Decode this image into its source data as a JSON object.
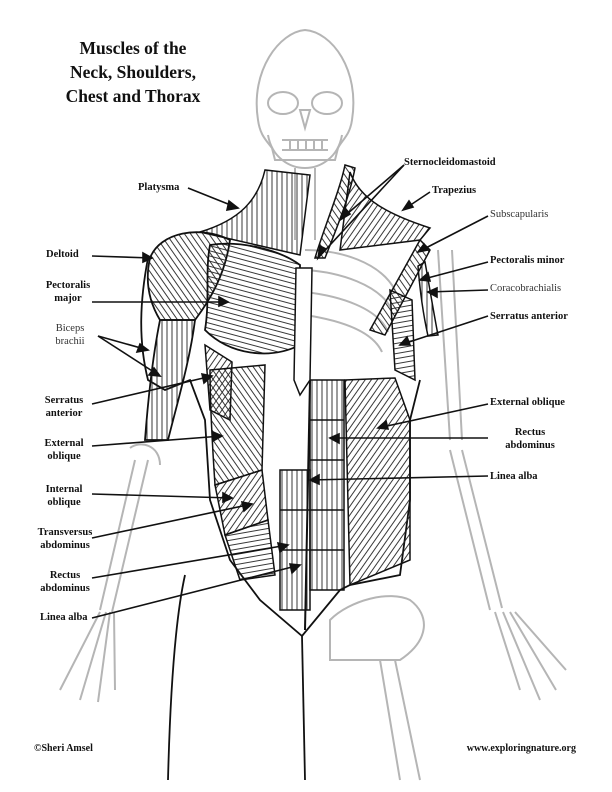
{
  "title": {
    "line1": "Muscles of the",
    "line2": "Neck, Shoulders,",
    "line3": "Chest and Thorax"
  },
  "labels": {
    "platysma": "Platysma",
    "sternocleidomastoid": "Sternocleidomastoid",
    "trapezius": "Trapezius",
    "subscapularis": "Subscapularis",
    "deltoid": "Deltoid",
    "pectoralis_major_1": "Pectoralis",
    "pectoralis_major_2": "major",
    "pectoralis_minor": "Pectoralis minor",
    "coracobrachialis": "Coracobrachialis",
    "biceps_brachii_1": "Biceps",
    "biceps_brachii_2": "brachii",
    "serratus_anterior_right": "Serratus anterior",
    "serratus_anterior_left_1": "Serratus",
    "serratus_anterior_left_2": "anterior",
    "external_oblique_right": "External oblique",
    "external_oblique_left_1": "External",
    "external_oblique_left_2": "oblique",
    "rectus_abdominus_right_1": "Rectus",
    "rectus_abdominus_right_2": "abdominus",
    "linea_alba_right": "Linea alba",
    "internal_oblique_1": "Internal",
    "internal_oblique_2": "oblique",
    "transversus_abdominus_1": "Transversus",
    "transversus_abdominus_2": "abdominus",
    "rectus_abdominus_left_1": "Rectus",
    "rectus_abdominus_left_2": "abdominus",
    "linea_alba_left": "Linea alba"
  },
  "footer": {
    "copyright": "©Sheri Amsel",
    "website": "www.exploringnature.org"
  },
  "colors": {
    "ink": "#111111",
    "skeleton": "#b5b5b5",
    "background": "#ffffff"
  }
}
